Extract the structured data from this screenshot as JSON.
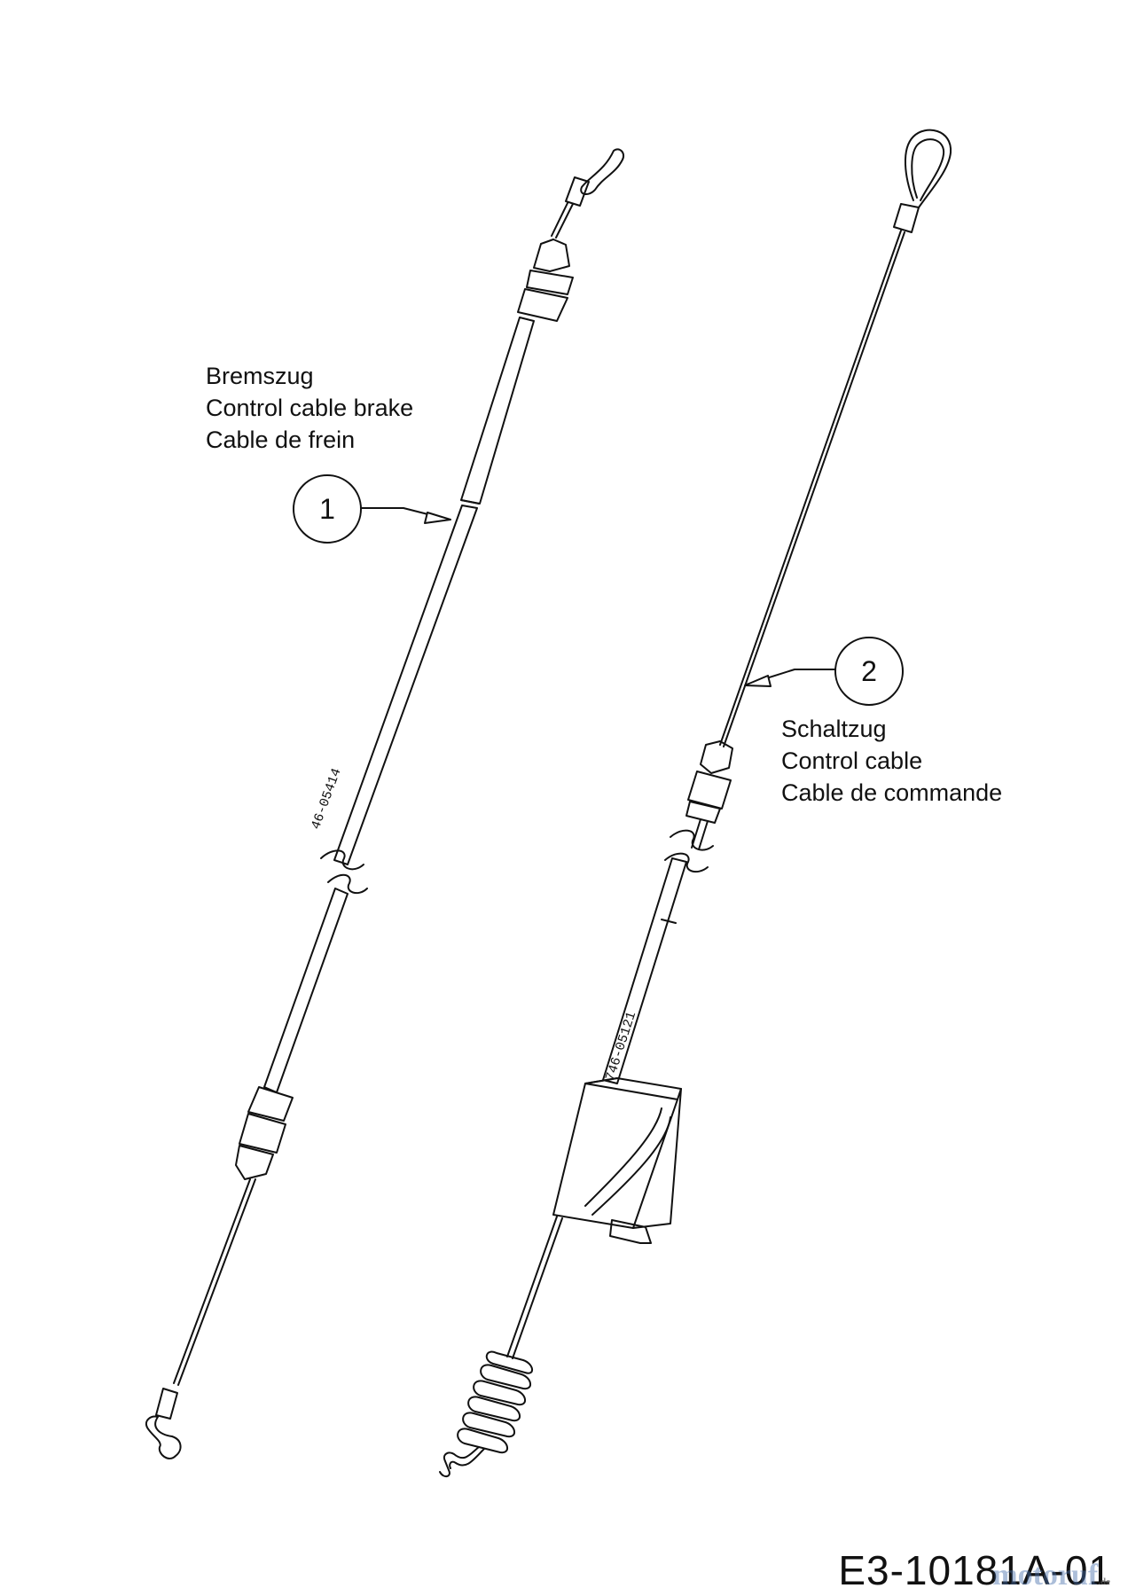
{
  "parts": [
    {
      "number": "1",
      "labels": [
        "Bremszug",
        "Control cable brake",
        "Cable de frein"
      ],
      "part_code": "46-05414"
    },
    {
      "number": "2",
      "labels": [
        "Schaltzug",
        "Control cable",
        "Cable de commande"
      ],
      "part_code": "746-05121"
    }
  ],
  "drawing_number": "E3-10181A-01",
  "watermark": {
    "brand": "motoruf",
    "tld": ".de"
  },
  "colors": {
    "line": "#111111",
    "background": "#ffffff",
    "watermark": "#466eaa"
  }
}
